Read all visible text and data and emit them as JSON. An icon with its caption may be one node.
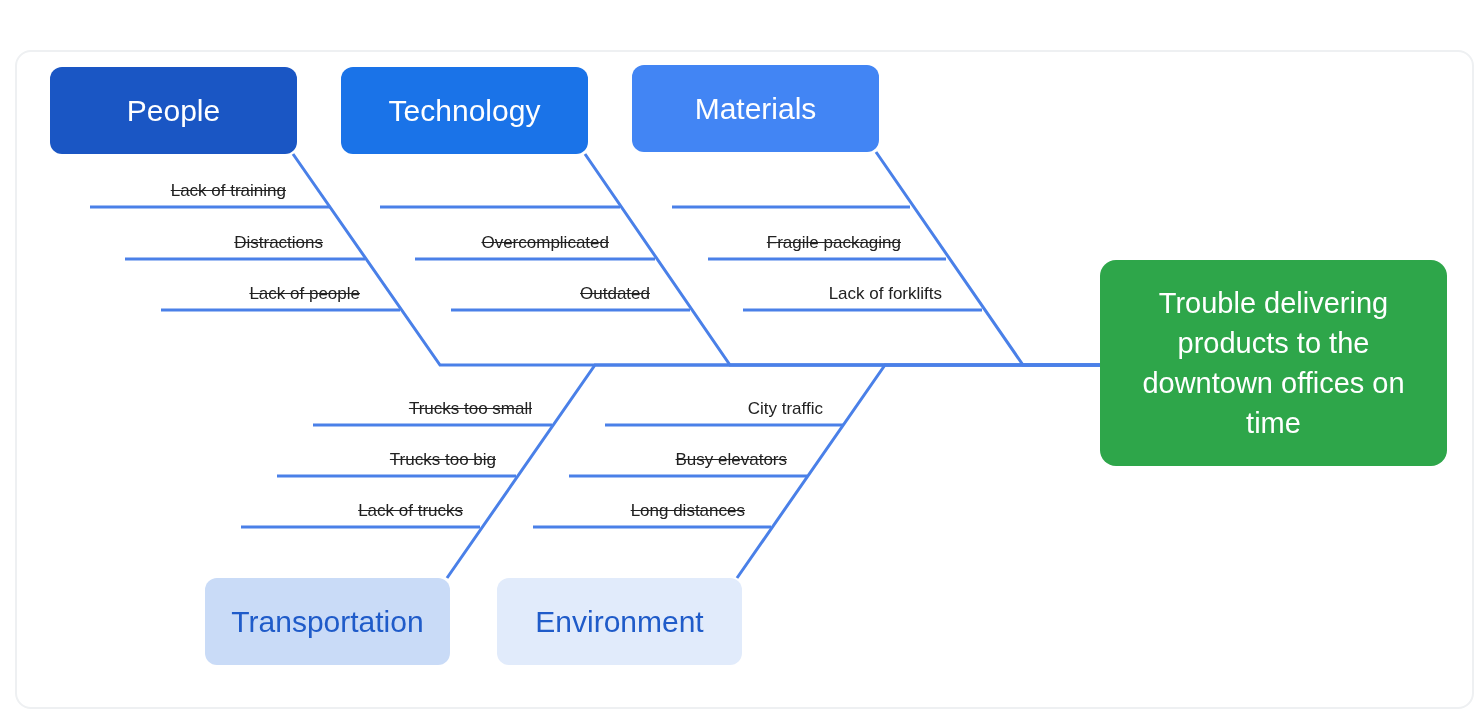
{
  "diagram": {
    "nodes": [
      {
        "text": [
          "People"
        ]
      },
      {
        "text": [
          "Technology"
        ]
      },
      {
        "text": [
          "Materials"
        ]
      },
      {
        "text": [
          "Trouble delivering products to the downtown offices on time"
        ]
      },
      {
        "text": [
          "Transportation"
        ]
      },
      {
        "text": [
          "Environment"
        ]
      }
    ],
    "edges": [
      {
        "from": 0,
        "to": 3,
        "arrow": "none"
      },
      {
        "from": 1,
        "to": 3,
        "arrow": "none"
      },
      {
        "from": 2,
        "to": 3,
        "arrow": "none"
      },
      {
        "from": 4,
        "to": 3,
        "arrow": "none"
      },
      {
        "from": 5,
        "to": 3,
        "arrow": "none"
      }
    ],
    "labels": [
      "Lack of training",
      "Distractions",
      "Lack of people",
      "Overcomplicated",
      "Outdated",
      "Fragile packaging",
      "Lack of forklifts",
      "Trucks too small",
      "City traffic",
      "Trucks too big",
      "Busy elevators",
      "Lack of trucks",
      "Long distances"
    ]
  }
}
